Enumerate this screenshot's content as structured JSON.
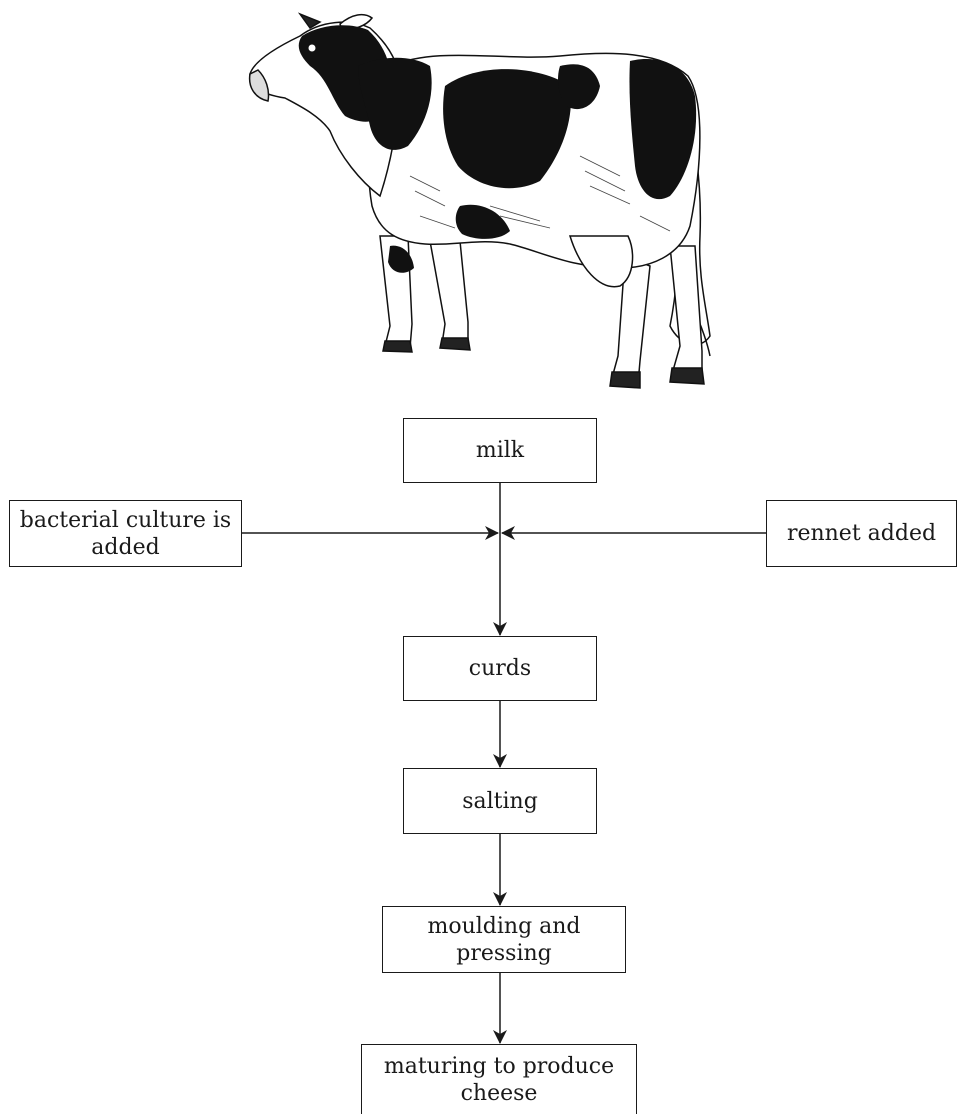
{
  "image": {
    "name": "holstein-cow-illustration"
  },
  "steps": {
    "milk": "milk",
    "bacterial_culture": "bacterial culture is added",
    "rennet": "rennet added",
    "curds": "curds",
    "salting": "salting",
    "moulding": "moulding and pressing",
    "maturing": "maturing to produce cheese"
  },
  "colors": {
    "ink": "#1a1a1a",
    "background": "#ffffff"
  }
}
